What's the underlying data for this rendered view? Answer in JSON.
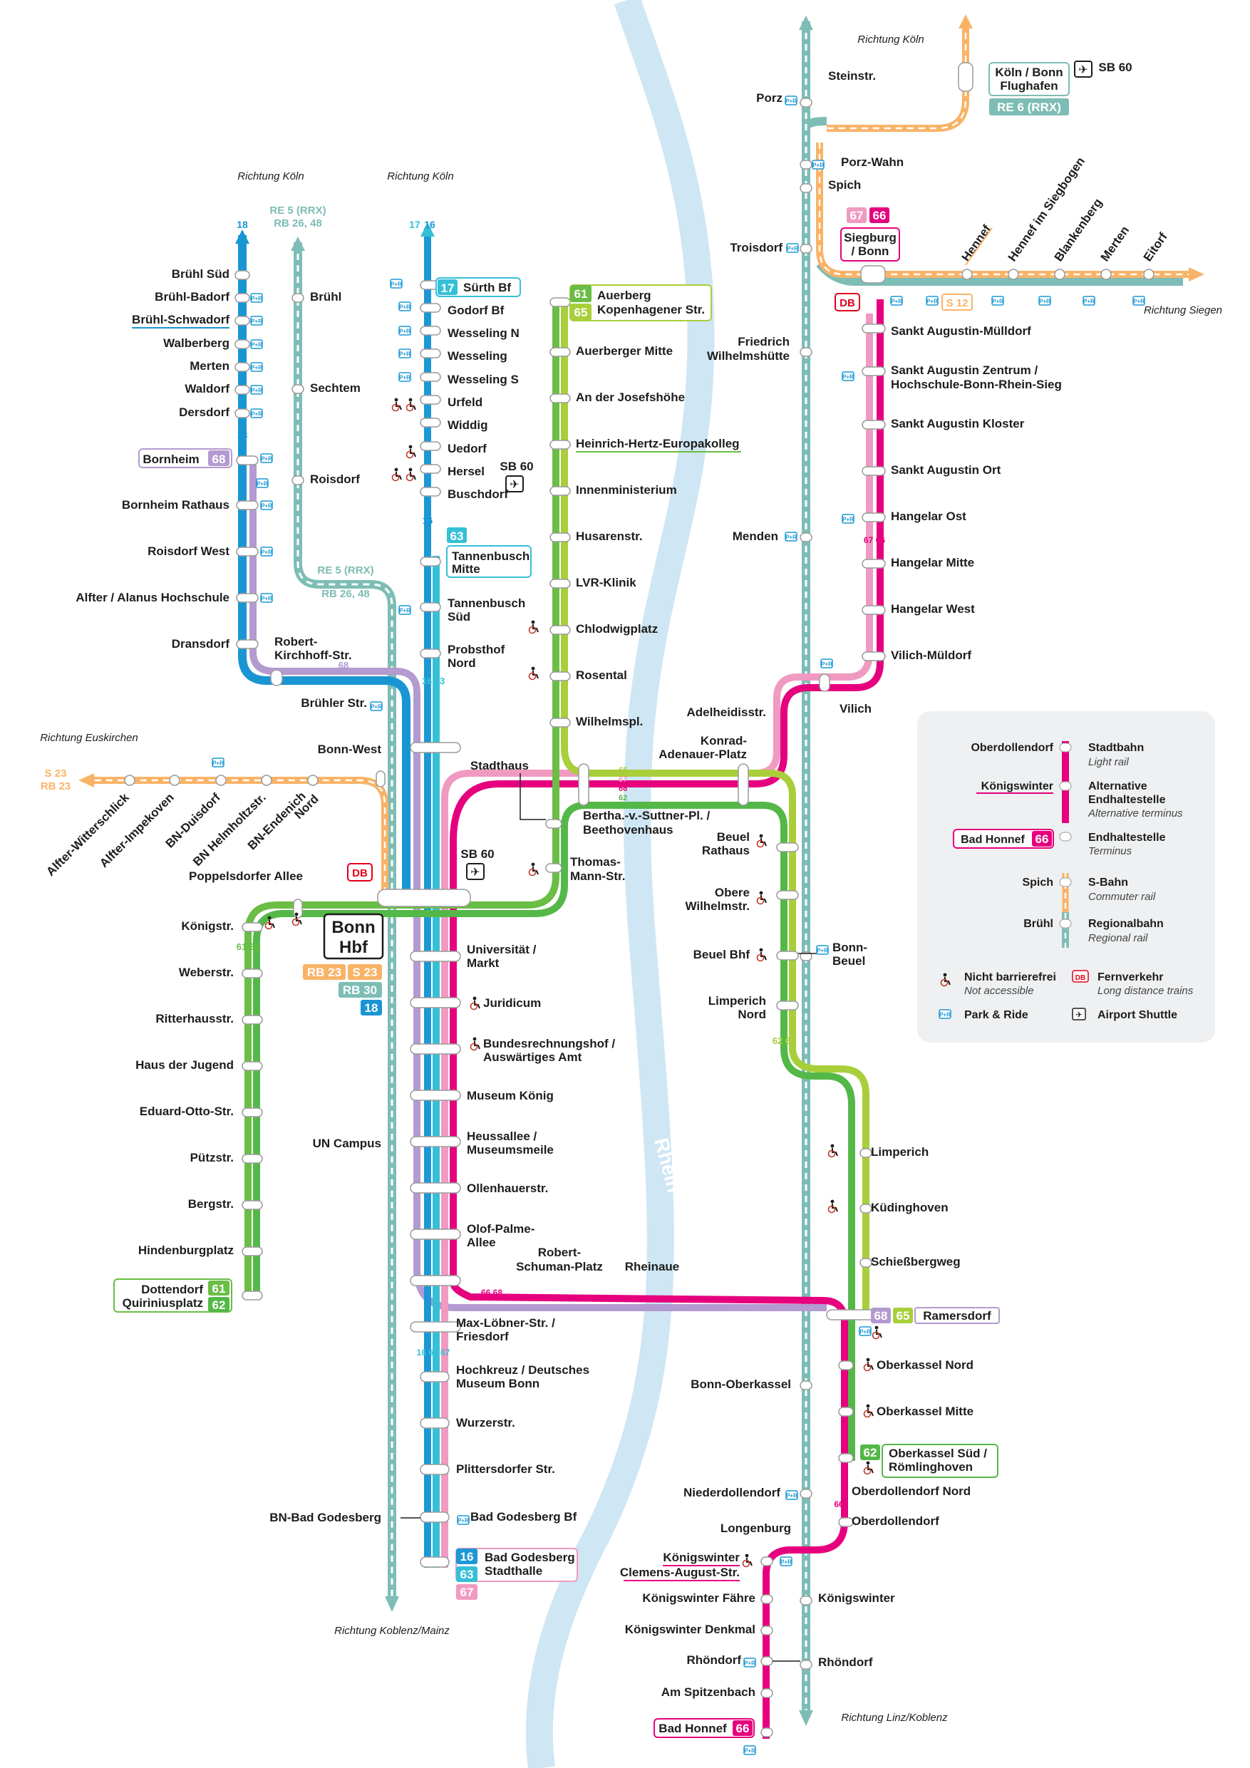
{
  "colors": {
    "line16": "#1b98d5",
    "line63": "#36c0d8",
    "line61": "#6abd45",
    "line62": "#54b848",
    "line65": "#a8cf3a",
    "line66": "#e6007e",
    "line67": "#f09ac2",
    "line68": "#b39ad0",
    "line18": "#1a95d3",
    "sbahn": "#f9b367",
    "regional": "#7dbdb5",
    "river": "#cfe6f4",
    "db_red": "#e2001a"
  },
  "river_name": "Rhein",
  "directions": {
    "koeln_left": "Richtung Köln",
    "koeln_mid": "Richtung Köln",
    "koeln_right": "Richtung Köln",
    "euskirchen": "Richtung Euskirchen",
    "siegen": "Richtung Siegen",
    "koblenz_mainz": "Richtung Koblenz/Mainz",
    "linz_koblenz": "Richtung Linz/Koblenz"
  },
  "line_numbers": {
    "l18_top": "18",
    "l17_top": "17",
    "l16_top": "16",
    "l18_mid": "18",
    "l16_mid": "16",
    "l68_68": "68",
    "l18_18": "18",
    "l16_63": "16 63",
    "l6162": "61 62",
    "l6265": "62 65",
    "l6766": "67 66",
    "l66_bot": "66",
    "l16_63_67": "16 63 67",
    "l6668": "66 68",
    "konrad": [
      "65",
      "67",
      "66",
      "62"
    ]
  },
  "regional_labels": {
    "re5_top": "RE 5 (RRX)",
    "rb26_top": "RB 26, 48",
    "re5_mid": "RE 5 (RRX)",
    "rb26_mid": "RB 26, 48",
    "s23_west": "S 23",
    "rb23_west": "RB 23",
    "s12": "S 12",
    "sb60": "SB 60"
  },
  "stations": {
    "bruehl_sued": "Brühl Süd",
    "bruehl_badorf": "Brühl-Badorf",
    "bruehl_schwadorf": "Brühl-Schwadorf",
    "walberberg": "Walberberg",
    "merten_w": "Merten",
    "waldorf": "Waldorf",
    "dersdorf": "Dersdorf",
    "bornheim": "Bornheim",
    "bornheim_rathaus": "Bornheim Rathaus",
    "roisdorf_west": "Roisdorf West",
    "alfter_alanus": "Alfter / Alanus Hochschule",
    "dransdorf": "Dransdorf",
    "robert_kirchhoff_1": "Robert-",
    "robert_kirchhoff_2": "Kirchhoff-Str.",
    "bruehl": "Brühl",
    "sechtem": "Sechtem",
    "roisdorf": "Roisdorf",
    "sürth": "Sürth Bf",
    "godorf": "Godorf Bf",
    "wesseling_n": "Wesseling N",
    "wesseling": "Wesseling",
    "wesseling_s": "Wesseling S",
    "urfeld": "Urfeld",
    "widdig": "Widdig",
    "uedorf": "Uedorf",
    "hersel": "Hersel",
    "buschdorf": "Buschdorf",
    "tannenbusch_mitte_1": "Tannenbusch",
    "tannenbusch_mitte_2": "Mitte",
    "tannenbusch_sued_1": "Tannenbusch",
    "tannenbusch_sued_2": "Süd",
    "probsthof_1": "Probsthof",
    "probsthof_2": "Nord",
    "bruehler_str": "Brühler Str.",
    "bonn_west": "Bonn-West",
    "alfter_witterschlick": "Alfter-Witterschlick",
    "alfter_impekoven": "Alfter-Impekoven",
    "bn_duisdorf": "BN-Duisdorf",
    "bn_helmholtz": "BN Helmholtzstr.",
    "bn_endenich_1": "BN-Endenich",
    "bn_endenich_2": "Nord",
    "poppelsdorfer": "Poppelsdorfer Allee",
    "koenigstr": "Königstr.",
    "weberstr": "Weberstr.",
    "ritterhausstr": "Ritterhausstr.",
    "haus_der_jugend": "Haus der Jugend",
    "eduard_otto": "Eduard-Otto-Str.",
    "puetzstr": "Pützstr.",
    "bergstr": "Bergstr.",
    "hindenburgplatz": "Hindenburgplatz",
    "dottendorf_1": "Dottendorf",
    "dottendorf_2": "Quiriniusplatz",
    "bonn_hbf_1": "Bonn",
    "bonn_hbf_2": "Hbf",
    "un_campus": "UN Campus",
    "bn_bad_godesberg": "BN-Bad Godesberg",
    "auerberg_1": "Auerberg",
    "auerberg_2": "Kopenhagener Str.",
    "auerberger_mitte": "Auerberger Mitte",
    "josefshoehe": "An der Josefshöhe",
    "hertz": "Heinrich-Hertz-Europakolleg",
    "innenministerium": "Innenministerium",
    "husarenstr": "Husarenstr.",
    "lvr": "LVR-Klinik",
    "chlodwigplatz": "Chlodwigplatz",
    "rosental": "Rosental",
    "wilhelmspl": "Wilhelmspl.",
    "stadthaus": "Stadthaus",
    "bertha_1": "Bertha.-v.-Suttner-Pl. /",
    "bertha_2": "Beethovenhaus",
    "thomas_mann_1": "Thomas-",
    "thomas_mann_2": "Mann-Str.",
    "universitaet_1": "Universität /",
    "universitaet_2": "Markt",
    "juridicum": "Juridicum",
    "bundesrechnungshof_1": "Bundesrechnungshof /",
    "bundesrechnungshof_2": "Auswärtiges Amt",
    "museum_koenig": "Museum König",
    "heussallee_1": "Heussallee /",
    "heussallee_2": "Museumsmeile",
    "ollenhauerstr": "Ollenhauerstr.",
    "olof_1": "Olof-Palme-",
    "olof_2": "Allee",
    "schuman_1": "Robert-",
    "schuman_2": "Schuman-Platz",
    "rheinaue": "Rheinaue",
    "max_loebner_1": "Max-Löbner-Str. /",
    "max_loebner_2": "Friesdorf",
    "hochkreuz_1": "Hochkreuz / Deutsches",
    "hochkreuz_2": "Museum Bonn",
    "wurzerstr": "Wurzerstr.",
    "plittersdorfer": "Plittersdorfer Str.",
    "bad_godesberg_bf": "Bad Godesberg Bf",
    "stadthalle_1": "Bad Godesberg",
    "stadthalle_2": "Stadthalle",
    "steinstr": "Steinstr.",
    "porz": "Porz",
    "porz_wahn": "Porz-Wahn",
    "spich": "Spich",
    "flughafen_1": "Köln / Bonn",
    "flughafen_2": "Flughafen",
    "re6": "RE 6 (RRX)",
    "troisdorf": "Troisdorf",
    "siegburg_1": "Siegburg",
    "siegburg_2": "/ Bonn",
    "hennef": "Hennef",
    "hennef_siegbogen": "Hennef im Siegbogen",
    "blankenberg": "Blankenberg",
    "merten_e": "Merten",
    "eitorf": "Eitorf",
    "friedrich_1": "Friedrich",
    "friedrich_2": "Wilhelmshütte",
    "menden": "Menden",
    "sa_muelldorf": "Sankt Augustin-Mülldorf",
    "sa_zentrum_1": "Sankt Augustin Zentrum /",
    "sa_zentrum_2": "Hochschule-Bonn-Rhein-Sieg",
    "sa_kloster": "Sankt Augustin Kloster",
    "sa_ort": "Sankt Augustin Ort",
    "hangelar_ost": "Hangelar Ost",
    "hangelar_mitte": "Hangelar Mitte",
    "hangelar_west": "Hangelar West",
    "vilich_mueldorf": "Vilich-Müldorf",
    "vilich": "Vilich",
    "adelheidisstr": "Adelheidisstr.",
    "konrad_1": "Konrad-",
    "konrad_2": "Adenauer-Platz",
    "beuel_rathaus_1": "Beuel",
    "beuel_rathaus_2": "Rathaus",
    "obere_1": "Obere",
    "obere_2": "Wilhelmstr.",
    "beuel_bhf": "Beuel Bhf",
    "bonn_beuel_1": "Bonn-",
    "bonn_beuel_2": "Beuel",
    "limperich_nord_1": "Limperich",
    "limperich_nord_2": "Nord",
    "limperich": "Limperich",
    "kuedinghoven": "Küdinghoven",
    "schiessbergweg": "Schießbergweg",
    "ramersdorf": "Ramersdorf",
    "oberkassel_nord": "Oberkassel Nord",
    "oberkassel_mitte": "Oberkassel Mitte",
    "oberkassel_sued_1": "Oberkassel Süd /",
    "oberkassel_sued_2": "Römlinghoven",
    "oberdollendorf_nord": "Oberdollendorf Nord",
    "oberdollendorf": "Oberdollendorf",
    "bonn_oberkassel": "Bonn-Oberkassel",
    "niederdollendorf": "Niederdollendorf",
    "longenburg": "Longenburg",
    "koenigswinter_cas_1": "Königswinter",
    "koenigswinter_cas_2": "Clemens-August-Str.",
    "koenigswinter_faehre": "Königswinter Fähre",
    "koenigswinter_denkmal": "Königswinter Denkmal",
    "rhoendorf_w": "Rhöndorf",
    "am_spitzenbach": "Am Spitzenbach",
    "bad_honnef": "Bad Honnef",
    "koenigswinter_e": "Königswinter",
    "rhoendorf_e": "Rhöndorf"
  },
  "badges": {
    "b17": "17",
    "b61": "61",
    "b65": "65",
    "b63": "63",
    "b68_bornheim": "68",
    "b61_bot": "61",
    "b62_bot": "62",
    "b16_bot": "16",
    "b63_bot": "63",
    "b67_bot": "67",
    "b67_sieg": "67",
    "b66_sieg": "66",
    "b68_ram": "68",
    "b65_ram": "65",
    "b62_ok": "62",
    "b66_bh": "66",
    "rb23": "RB 23",
    "s23": "S 23",
    "rb30": "RB 30",
    "b18_hbf": "18",
    "db": "DB"
  },
  "legend": {
    "ex1": "Oberdollendorf",
    "t1": "Stadtbahn",
    "i1": "Light rail",
    "ex2": "Königswinter",
    "t2": "Alternative",
    "t2b": "Endhaltestelle",
    "i2": "Alternative terminus",
    "ex3": "Bad Honnef",
    "ex3n": "66",
    "t3": "Endhaltestelle",
    "i3": "Terminus",
    "ex4": "Spich",
    "t4": "S-Bahn",
    "i4": "Commuter rail",
    "ex5": "Brühl",
    "t5": "Regionalbahn",
    "i5": "Regional rail",
    "na": "Nicht barrierefrei",
    "na_i": "Not accessible",
    "fv": "Fernverkehr",
    "fv_i": "Long distance trains",
    "pr": "Park & Ride",
    "as": "Airport Shuttle"
  }
}
